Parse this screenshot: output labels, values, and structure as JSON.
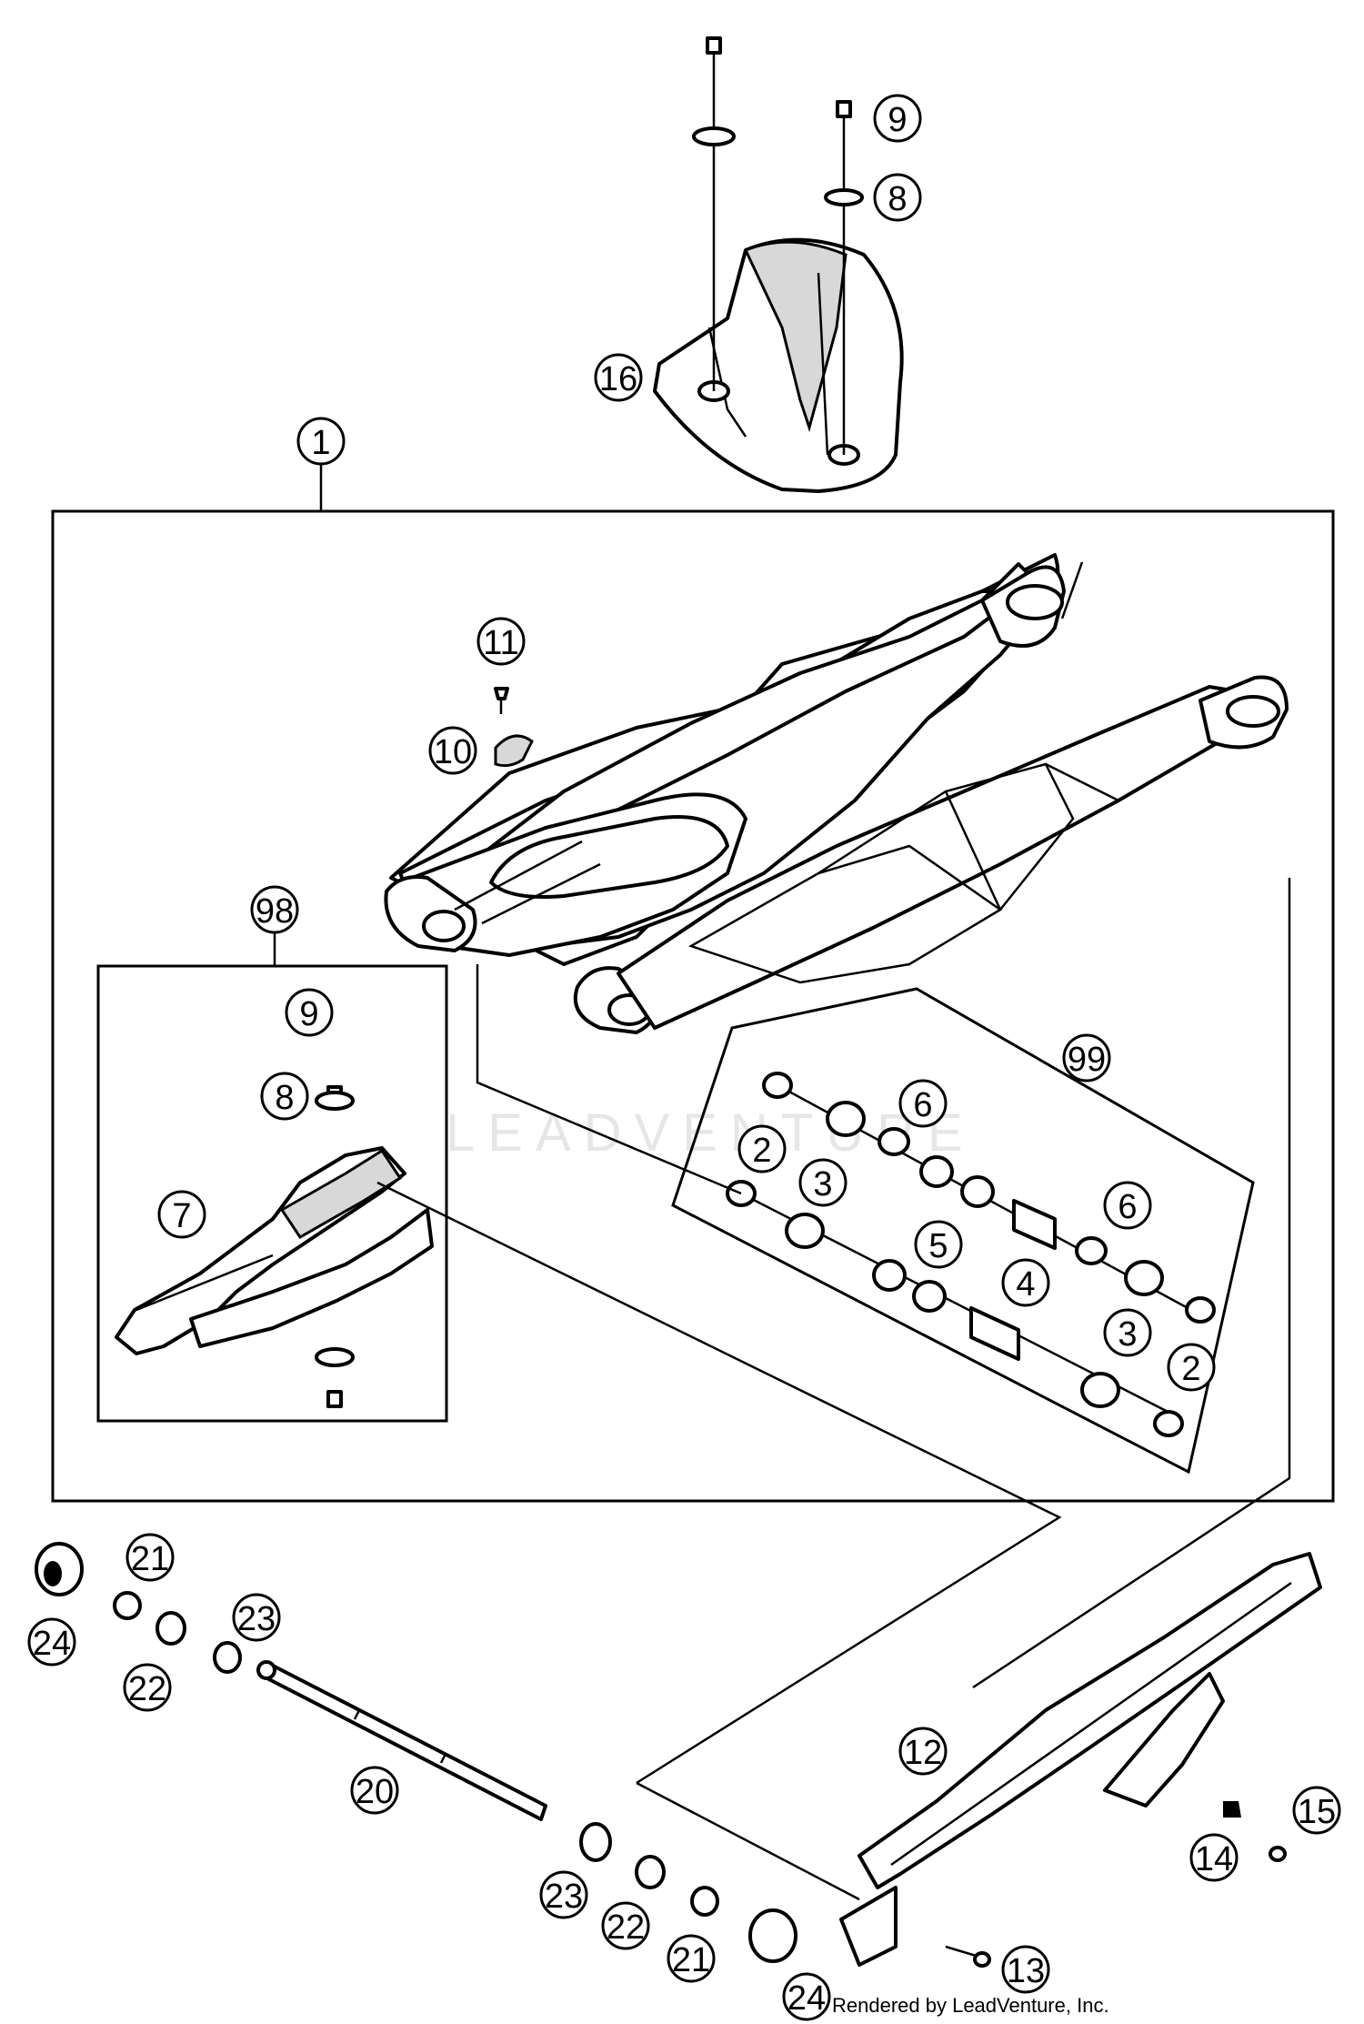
{
  "watermark": "LEADVENTURE",
  "credit": "Rendered by LeadVenture, Inc.",
  "callouts": {
    "c1": "1",
    "c2a": "2",
    "c2b": "2",
    "c3a": "3",
    "c3b": "3",
    "c4": "4",
    "c5": "5",
    "c6a": "6",
    "c6b": "6",
    "c7": "7",
    "c8a": "8",
    "c8b": "8",
    "c9a": "9",
    "c9b": "9",
    "c10": "10",
    "c11": "11",
    "c12": "12",
    "c13": "13",
    "c14": "14",
    "c15": "15",
    "c16": "16",
    "c20": "20",
    "c21a": "21",
    "c21b": "21",
    "c22a": "22",
    "c22b": "22",
    "c23a": "23",
    "c23b": "23",
    "c24a": "24",
    "c24b": "24",
    "c98": "98",
    "c99": "99"
  }
}
